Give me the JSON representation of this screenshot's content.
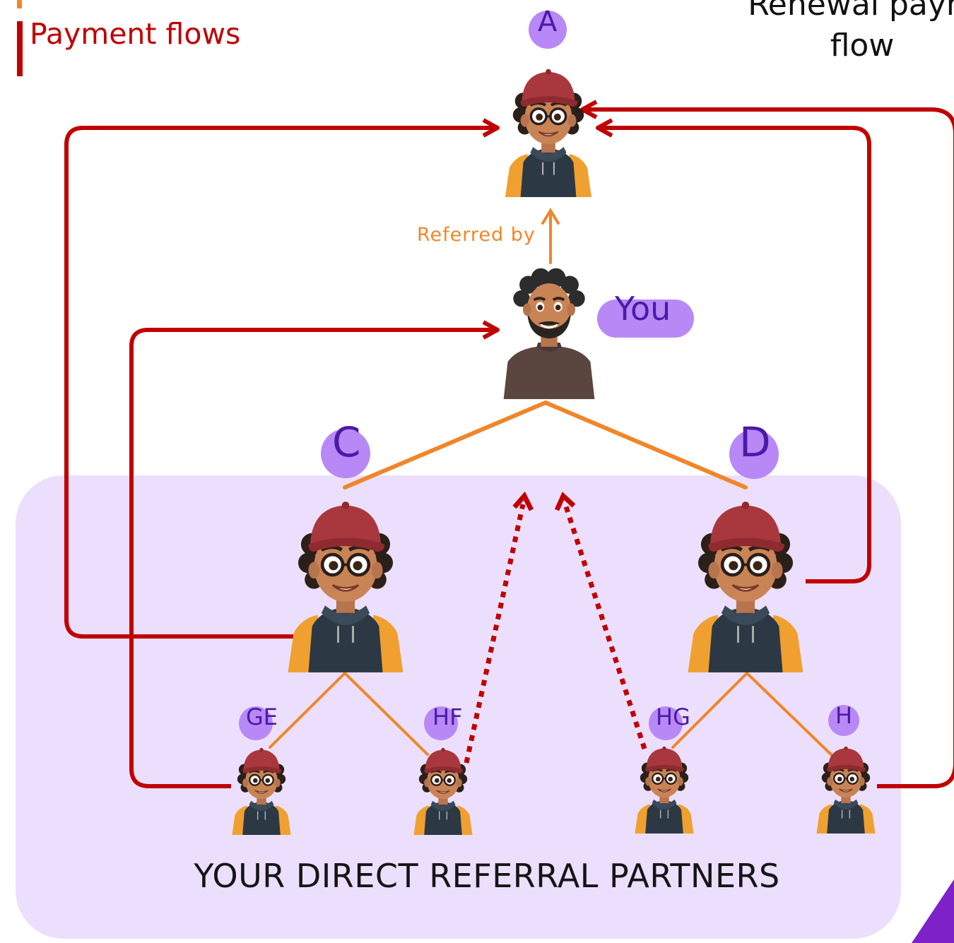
{
  "header": {
    "title": "Payment flows",
    "side_title_line1": "Renewal paym",
    "side_title_line2": "flow"
  },
  "nodes": {
    "a": {
      "label": "A"
    },
    "you": {
      "label": "You"
    },
    "c": {
      "label": "C"
    },
    "d": {
      "label": "D"
    },
    "ge": {
      "label": "GE"
    },
    "hf": {
      "label": "HF"
    },
    "hg": {
      "label": "HG"
    },
    "h": {
      "label": "H"
    }
  },
  "edge_labels": {
    "referred_by": "Referred by"
  },
  "panel": {
    "label": "YOUR DIRECT REFERRAL PARTNERS"
  },
  "colors": {
    "payment_arrow": "#c00000",
    "referral_line": "#f0862a",
    "badge": "#b889f6",
    "badge_text": "#4a1aa8",
    "panel_bg": "#ecdffd"
  },
  "icons": {
    "a": "person-cap-glasses-avatar",
    "you": "person-beard-avatar",
    "c": "person-cap-glasses-avatar",
    "d": "person-cap-glasses-avatar",
    "ge": "person-cap-glasses-avatar",
    "hf": "person-cap-glasses-avatar",
    "hg": "person-cap-glasses-avatar",
    "h": "person-cap-glasses-avatar"
  }
}
